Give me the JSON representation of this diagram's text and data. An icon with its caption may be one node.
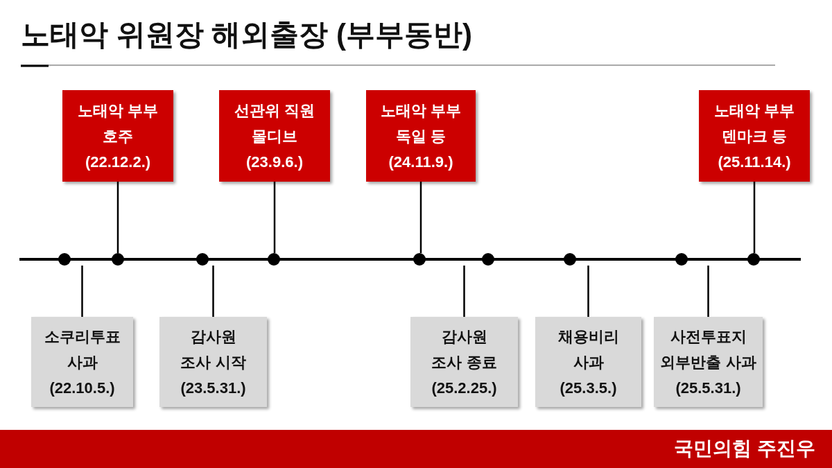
{
  "diagram": {
    "title": "노태악 위원장 해외출장 (부부동반)",
    "nodes": [
      {
        "text": [
          "노태악 부부 호주 (22.12.2.)"
        ]
      },
      {
        "text": [
          "선관위 직원 몰디브 (23.9.6.)"
        ]
      },
      {
        "text": [
          "노태악 부부 독일 등 (24.11.9.)"
        ]
      },
      {
        "text": [
          "노태악 부부 덴마크 등 (25.11.14.)"
        ]
      },
      {
        "text": [
          "소쿠리투표 사과 (22.10.5.)"
        ]
      },
      {
        "text": [
          "감사원 조사 시작 (23.5.31.)"
        ]
      },
      {
        "text": [
          "감사원 조사 종료 (25.2.25.)"
        ]
      },
      {
        "text": [
          "채용비리 사과 (25.3.5.)"
        ]
      },
      {
        "text": [
          "사전투표지 외부반출 사과 (25.5.31.)"
        ]
      },
      {
        "text": [],
        "shape": "circle"
      },
      {
        "text": [],
        "shape": "circle"
      },
      {
        "text": [],
        "shape": "circle"
      },
      {
        "text": [],
        "shape": "circle"
      },
      {
        "text": [],
        "shape": "circle"
      },
      {
        "text": [],
        "shape": "circle"
      },
      {
        "text": [],
        "shape": "circle"
      },
      {
        "text": [],
        "shape": "circle"
      },
      {
        "text": [],
        "shape": "circle"
      }
    ],
    "edges": [
      {
        "from": 0,
        "to": 10,
        "arrow": "none"
      },
      {
        "from": 1,
        "to": 12,
        "arrow": "none"
      },
      {
        "from": 2,
        "to": 13,
        "arrow": "none"
      },
      {
        "from": 3,
        "to": 17,
        "arrow": "none"
      },
      {
        "from": 4,
        "to": 9,
        "arrow": "none"
      },
      {
        "from": 5,
        "to": 11,
        "arrow": "none"
      },
      {
        "from": 6,
        "to": 14,
        "arrow": "none"
      },
      {
        "from": 7,
        "to": 15,
        "arrow": "none"
      },
      {
        "from": 8,
        "to": 16,
        "arrow": "none"
      }
    ],
    "labels": [
      "국민의힘 주진우"
    ]
  }
}
